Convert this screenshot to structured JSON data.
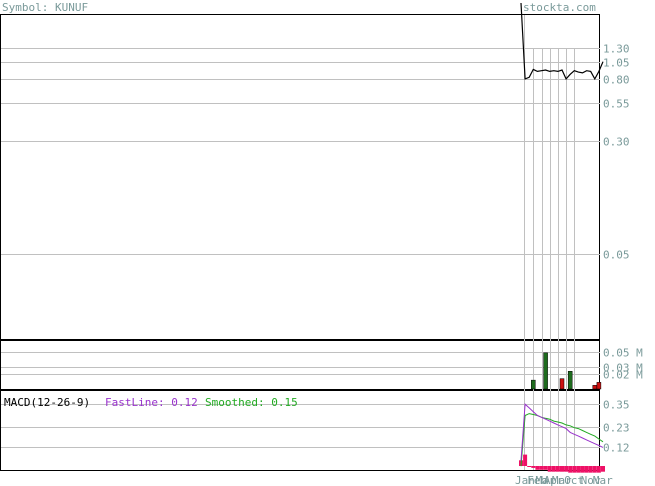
{
  "header": {
    "symbol_label": "Symbol: KUNUF",
    "site": "stockta.com"
  },
  "macd": {
    "name": "MACD(12-26-9)",
    "fast_text": "FastLine: 0.12",
    "smooth_text": "Smoothed: 0.15"
  },
  "colors": {
    "price": "#000000",
    "grid": "#c0c0c0",
    "axis_text": "#7a9a9a",
    "vol_up": "#1e6b1e",
    "vol_down": "#cc1111",
    "fast": "#9933cc",
    "smooth": "#22aa22",
    "hist": "#ee1166"
  },
  "chart_data": [
    {
      "type": "line",
      "name": "price",
      "scale": "log",
      "yticks": [
        1.3,
        1.05,
        0.8,
        0.55,
        0.3,
        0.05
      ],
      "ytick_labels": [
        "1.30",
        "1.05",
        "0.80",
        "0.55",
        "0.30",
        "0.05"
      ],
      "x": [
        0,
        1,
        2,
        3,
        4,
        5,
        6,
        7,
        8,
        9,
        10,
        11,
        12,
        13,
        14,
        15,
        16,
        17,
        18,
        19,
        20
      ],
      "values": [
        3.5,
        0.8,
        0.82,
        0.93,
        0.9,
        0.91,
        0.92,
        0.9,
        0.91,
        0.9,
        0.92,
        0.8,
        0.86,
        0.91,
        0.89,
        0.88,
        0.91,
        0.9,
        0.8,
        0.9,
        1.05
      ]
    },
    {
      "type": "bar",
      "name": "volume",
      "yticks": [
        0.05,
        0.03,
        0.02
      ],
      "ytick_labels": [
        "0.05 M",
        "0.03 M",
        "0.02 M"
      ],
      "ylim": [
        0,
        0.065
      ],
      "bars": [
        {
          "x": 3,
          "value": 0.012,
          "dir": "up"
        },
        {
          "x": 6,
          "value": 0.049,
          "dir": "up"
        },
        {
          "x": 10,
          "value": 0.014,
          "dir": "down"
        },
        {
          "x": 12,
          "value": 0.024,
          "dir": "up"
        },
        {
          "x": 18,
          "value": 0.005,
          "dir": "down"
        },
        {
          "x": 19,
          "value": 0.009,
          "dir": "down"
        }
      ]
    },
    {
      "type": "line",
      "name": "MACD",
      "yticks": [
        0.35,
        0.23,
        0.12
      ],
      "ytick_labels": [
        "0.35",
        "0.23",
        "0.12"
      ],
      "ylim": [
        0.0,
        0.42
      ],
      "x": [
        0,
        1,
        2,
        3,
        4,
        5,
        6,
        7,
        8,
        9,
        10,
        11,
        12,
        13,
        14,
        15,
        16,
        17,
        18,
        19,
        20
      ],
      "fast": [
        0.05,
        0.35,
        0.33,
        0.31,
        0.29,
        0.28,
        0.27,
        0.26,
        0.25,
        0.24,
        0.23,
        0.22,
        0.2,
        0.19,
        0.18,
        0.17,
        0.16,
        0.15,
        0.14,
        0.13,
        0.12
      ],
      "smooth": [
        0.02,
        0.29,
        0.3,
        0.295,
        0.29,
        0.28,
        0.275,
        0.27,
        0.26,
        0.255,
        0.25,
        0.24,
        0.235,
        0.225,
        0.22,
        0.21,
        0.2,
        0.19,
        0.18,
        0.165,
        0.15
      ],
      "hist": [
        0.03,
        0.06,
        0.0,
        -0.01,
        -0.02,
        -0.02,
        -0.02,
        -0.03,
        -0.03,
        -0.03,
        -0.03,
        -0.03,
        -0.035,
        -0.035,
        -0.035,
        -0.035,
        -0.035,
        -0.035,
        -0.035,
        -0.035,
        -0.03
      ]
    }
  ],
  "x_axis": {
    "labels": [
      {
        "x": 0,
        "text": "Jan"
      },
      {
        "x": 3,
        "text": "Feb"
      },
      {
        "x": 5,
        "text": "Mar"
      },
      {
        "x": 7,
        "text": "Apr"
      },
      {
        "x": 9,
        "text": "Mar"
      },
      {
        "x": 12,
        "text": "Oct"
      },
      {
        "x": 16,
        "text": "Nov"
      },
      {
        "x": 19,
        "text": "Mar"
      }
    ],
    "gridlines": [
      4,
      6,
      8,
      10,
      12,
      14
    ]
  }
}
